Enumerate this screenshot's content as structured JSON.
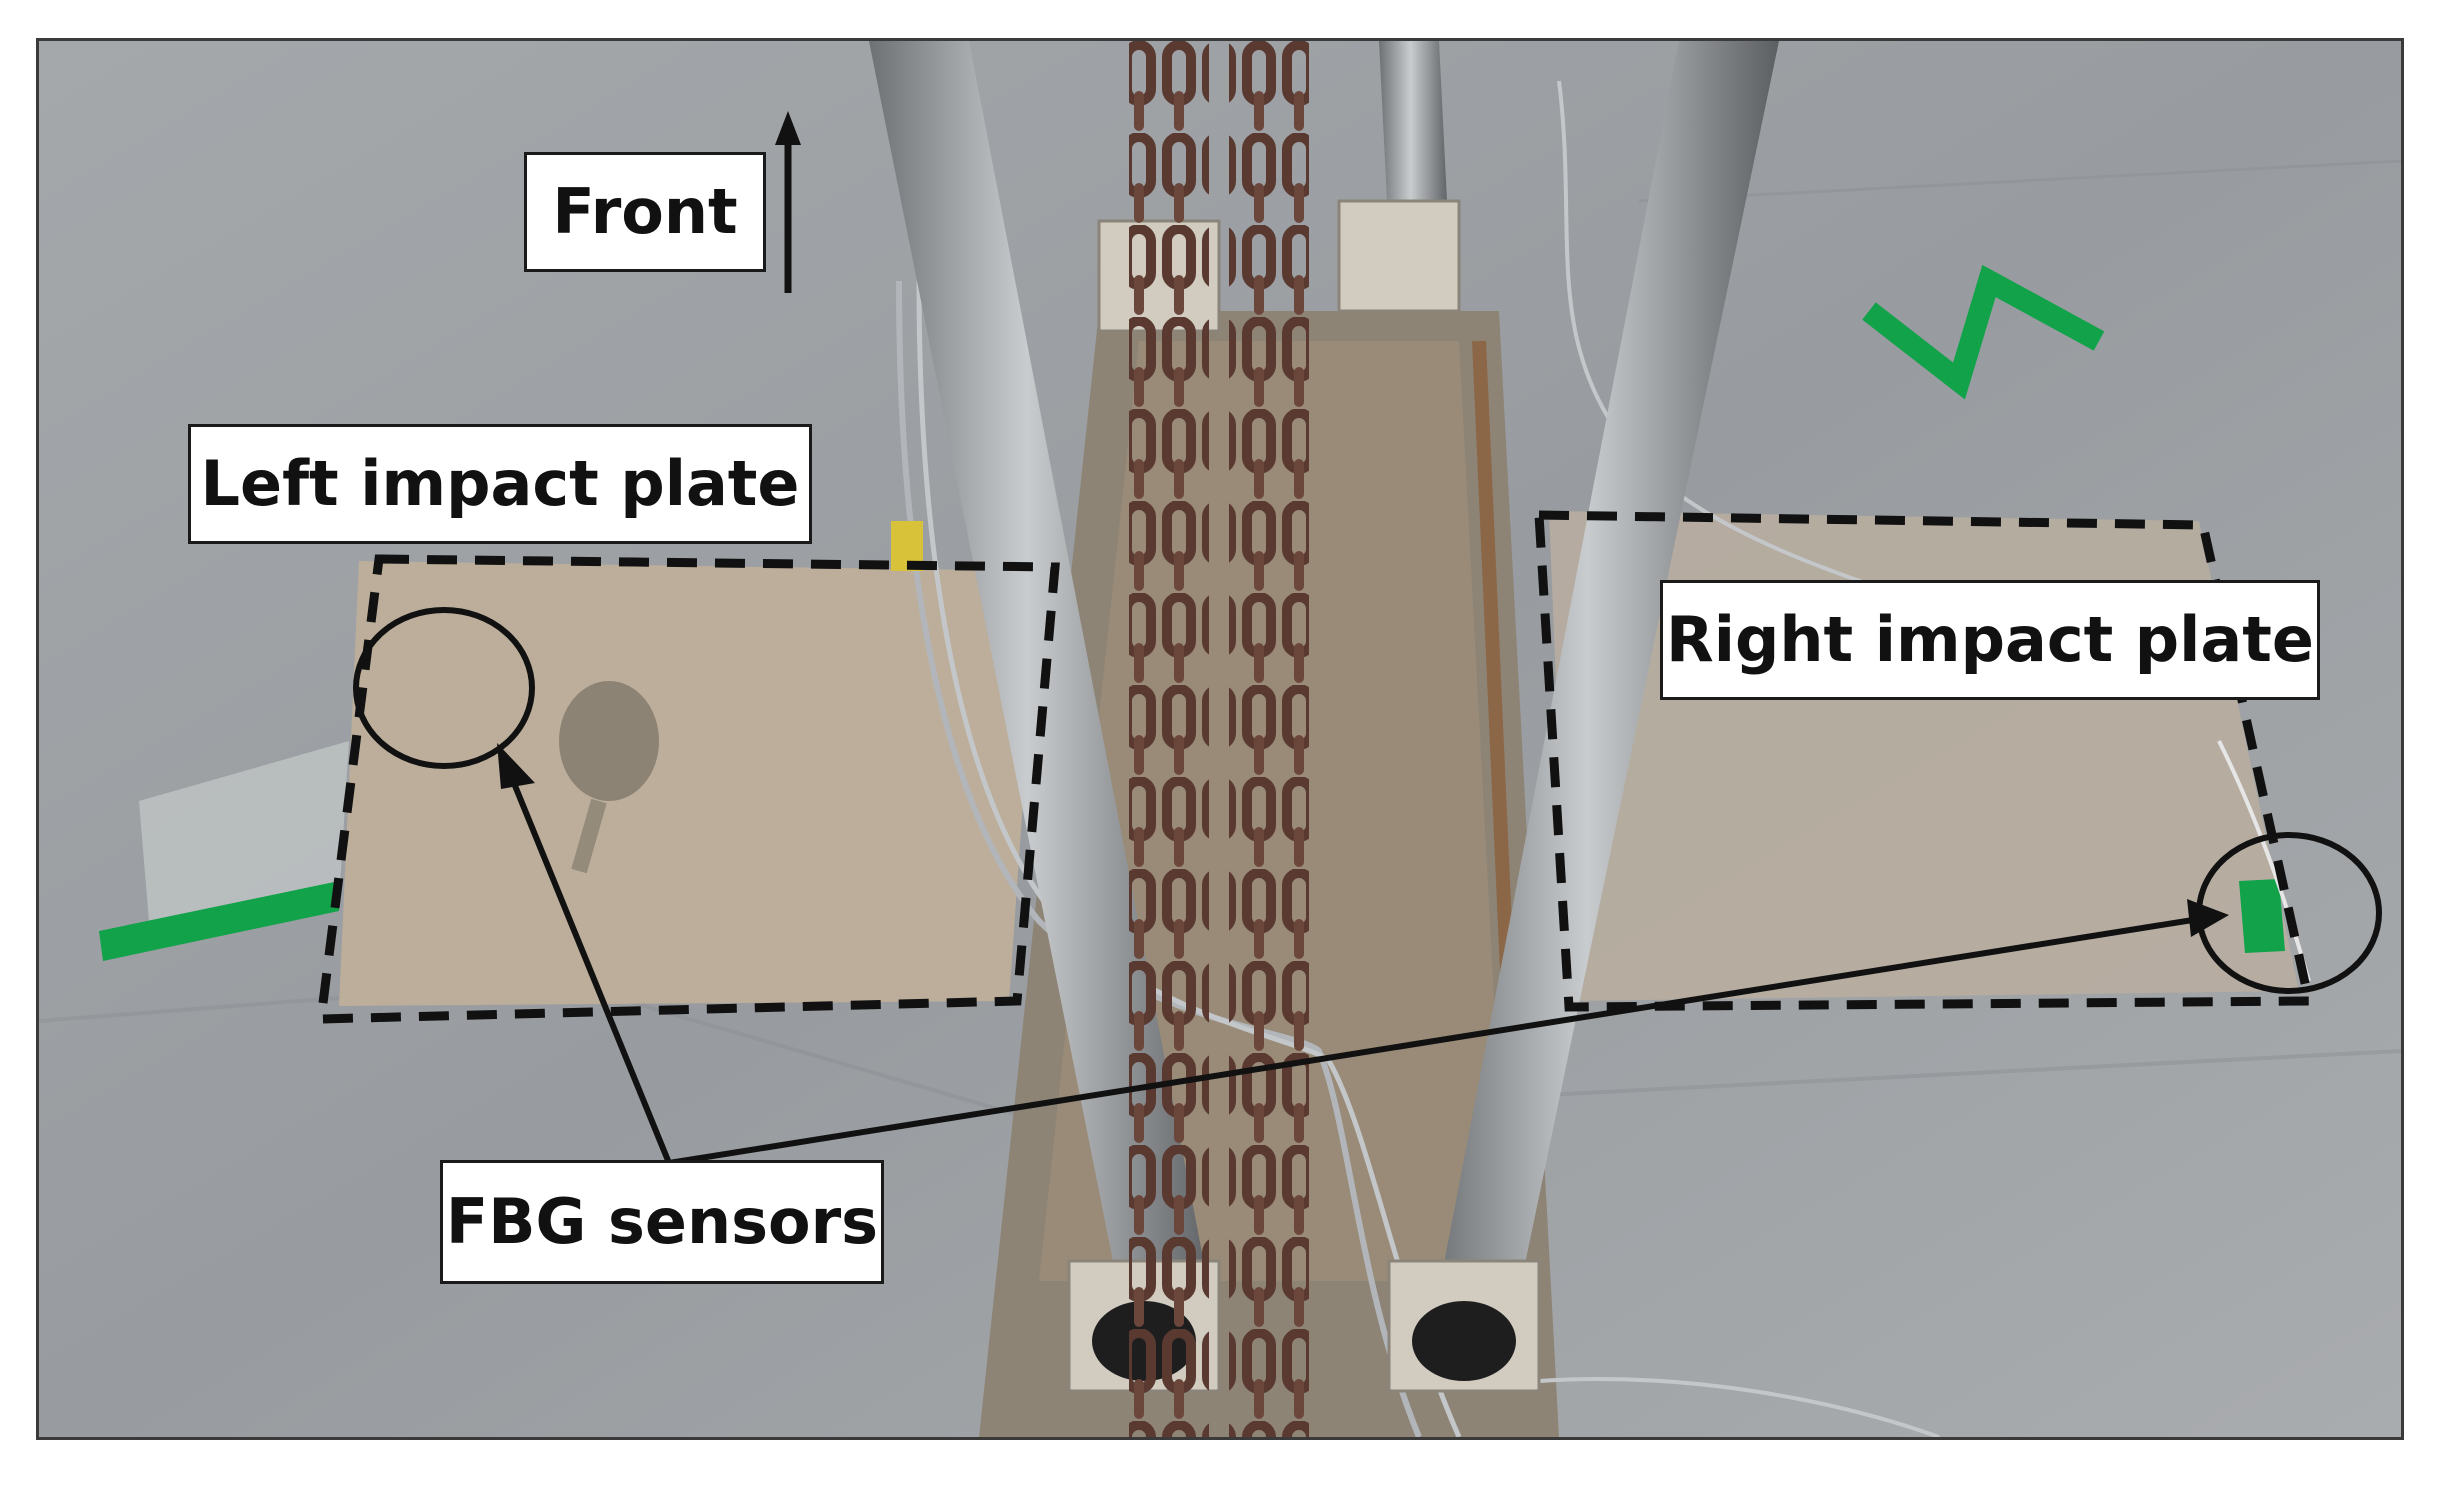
{
  "figure": {
    "labels": {
      "front": "Front",
      "left_plate": "Left impact plate",
      "right_plate": "Right impact plate",
      "sensors": "FBG sensors"
    }
  },
  "colors": {
    "floor": "#9aa0a4",
    "plate": "#b9aa96",
    "steel": "#8c8f92",
    "rust_chain": "#5a3a30",
    "tape_green": "#11a24a",
    "annotation": "#111111"
  },
  "icons": [
    "front-arrow-icon"
  ]
}
